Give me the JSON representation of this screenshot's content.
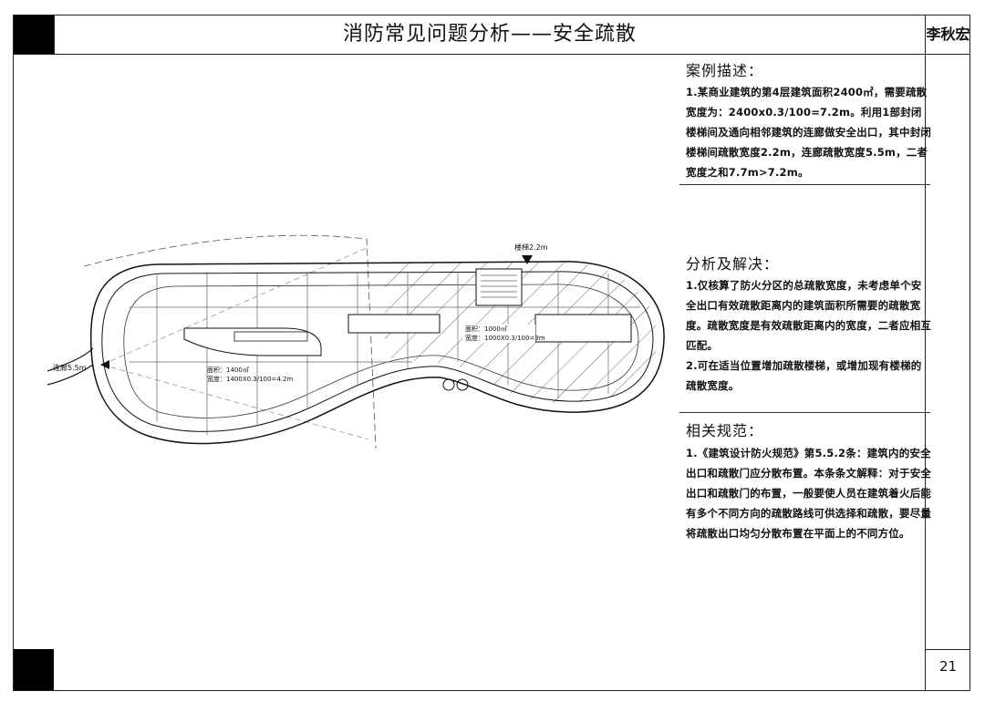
{
  "header": {
    "title": "消防常见问题分析——安全疏散",
    "author": "李秋宏"
  },
  "footer": {
    "page_number": "21"
  },
  "plan": {
    "stair_label": "楼梯2.2m",
    "corridor_label": "连廊5.5m",
    "zone_left": {
      "area": "面积：1400㎡",
      "width": "宽度：1400X0.3/100=4.2m"
    },
    "zone_right": {
      "area": "面积：1000㎡",
      "width": "宽度：1000X0.3/100=3m"
    }
  },
  "sections": {
    "case": {
      "title": "案例描述：",
      "paragraphs": [
        "1.某商业建筑的第4层建筑面积2400㎡，需要疏散宽度为：2400x0.3/100=7.2m。利用1部封闭楼梯间及通向相邻建筑的连廊做安全出口，其中封闭楼梯间疏散宽度2.2m，连廊疏散宽度5.5m，二者宽度之和7.7m>7.2m。"
      ]
    },
    "analysis": {
      "title": "分析及解决：",
      "paragraphs": [
        "1.仅核算了防火分区的总疏散宽度，未考虑单个安全出口有效疏散距离内的建筑面积所需要的疏散宽度。疏散宽度是有效疏散距离内的宽度，二者应相互匹配。",
        "2.可在适当位置增加疏散楼梯，或增加现有楼梯的疏散宽度。"
      ]
    },
    "codes": {
      "title": "相关规范：",
      "paragraphs": [
        "1.《建筑设计防火规范》第5.5.2条：建筑内的安全出口和疏散门应分散布置。本条条文解释：对于安全出口和疏散门的布置，一般要使人员在建筑着火后能有多个不同方向的疏散路线可供选择和疏散，要尽量将疏散出口均匀分散布置在平面上的不同方位。"
      ]
    }
  }
}
